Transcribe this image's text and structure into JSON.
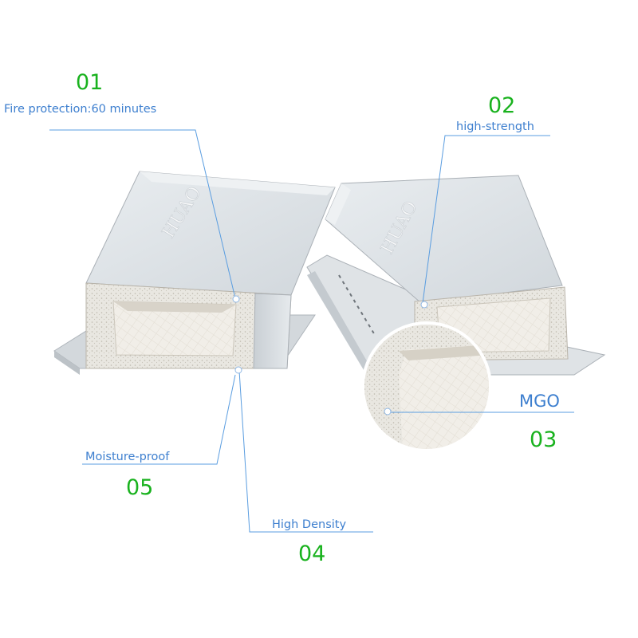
{
  "callouts": [
    {
      "number": "01",
      "label": "Fire protection:60 minutes"
    },
    {
      "number": "02",
      "label": "high-strength"
    },
    {
      "number": "03",
      "label": "MGO"
    },
    {
      "number": "04",
      "label": "High Density"
    },
    {
      "number": "05",
      "label": "Moisture-proof"
    }
  ],
  "colors": {
    "number_green": "#19b21e",
    "label_blue": "#3d7fcf",
    "panel_steel": "#dde2e6",
    "core_foam": "#ecebe6"
  },
  "logo_text": "HUAO"
}
